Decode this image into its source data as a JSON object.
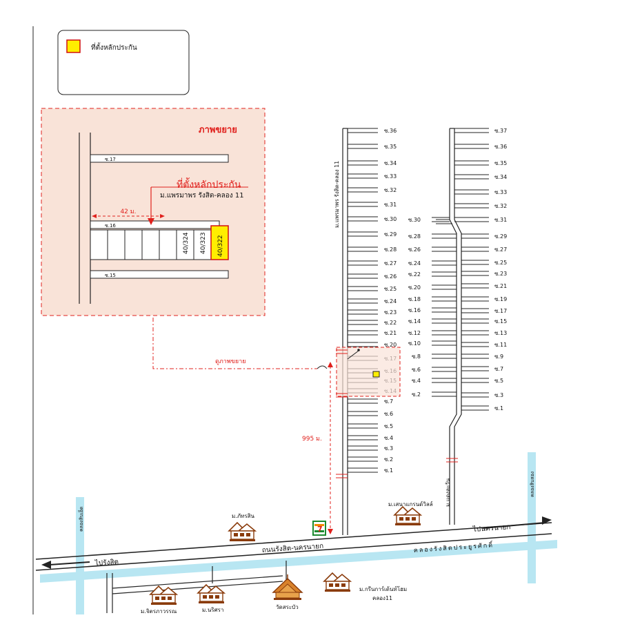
{
  "legend": {
    "swatch_color": "#ffee00",
    "swatch_border": "#d01010",
    "label": "ที่ตั้งหลักประกัน"
  },
  "inset": {
    "title": "ภาพขยาย",
    "pointer_title": "ที่ตั้งหลักประกัน",
    "village_name": "ม.แพรมาพร รังสิต-คลอง 11",
    "distance_label": "42 ม.",
    "soi_17": "ซ.17",
    "soi_16": "ซ.16",
    "soi_15": "ซ.15",
    "plots": [
      "40/324",
      "40/323",
      "40/322"
    ],
    "background": "#f9e3d8",
    "highlight_plot": "40/322"
  },
  "see_inset_label": "ดูภาพขยาย",
  "distance_995": "995 ม.",
  "village_road_label": "ม.แพรมาพร รังสิต-คลอง 11",
  "left_sois": [
    "ซ.36",
    "ซ.35",
    "ซ.34",
    "ซ.33",
    "ซ.32",
    "ซ.31",
    "ซ.30",
    "ซ.29",
    "ซ.28",
    "ซ.27",
    "ซ.26",
    "ซ.25",
    "ซ.24",
    "ซ.23",
    "ซ.22",
    "ซ.21",
    "ซ.20",
    "ซ.17",
    "ซ.16",
    "ซ.15",
    "ซ.14",
    "ซ.7",
    "ซ.6",
    "ซ.5",
    "ซ.4",
    "ซ.3",
    "ซ.2",
    "ซ.1"
  ],
  "right_sois_even": [
    "ซ.30",
    "ซ.28",
    "ซ.26",
    "ซ.24",
    "ซ.22",
    "ซ.20",
    "ซ.18",
    "ซ.16",
    "ซ.14",
    "ซ.12",
    "ซ.10",
    "ซ.8",
    "ซ.6",
    "ซ.4",
    "ซ.2"
  ],
  "right_sois_odd": [
    "ซ.37",
    "ซ.36",
    "ซ.35",
    "ซ.34",
    "ซ.33",
    "ซ.32",
    "ซ.31",
    "ซ.29",
    "ซ.27",
    "ซ.25",
    "ซ.23",
    "ซ.21",
    "ซ.19",
    "ซ.17",
    "ซ.15",
    "ซ.13",
    "ซ.11",
    "ซ.9",
    "ซ.7",
    "ซ.5",
    "ซ.3",
    "ซ.1"
  ],
  "second_village_road": "ม.แดงละวัน",
  "main_road": "ถนนรังสิต-นครนายก",
  "canal": "คลองรังสิตประยูรศักดิ์",
  "canal_color": "#b8e6f2",
  "to_rangsit": "ไปรังสิต",
  "to_nakhon_nayok": "ไปนครนายก",
  "canal_left": "คลองสิบเอ็ด",
  "canal_right": "คลองสิบสอง",
  "landmarks": {
    "phatsin": "ม.ภัทรสิน",
    "senagrand": "ม.เสนาแกรนด์วิลล์",
    "jirapornrun": "ม.จิตรภาวรรณ",
    "nirisara": "ม.นริศรา",
    "wat": "วัดสระบัว",
    "greenhome": "ม.กรีนการ์เด้นท์โฮม",
    "greenhome2": "คลอง11",
    "seven_eleven": "7"
  }
}
